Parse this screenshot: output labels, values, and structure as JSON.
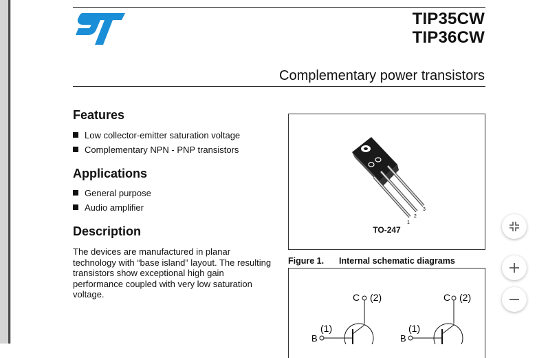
{
  "header": {
    "part1": "TIP35CW",
    "part2": "TIP36CW",
    "subtitle": "Complementary power transistors",
    "logo_icon": "st-logo-icon",
    "logo_color": "#1a8ed6"
  },
  "features": {
    "title": "Features",
    "items": [
      "Low collector-emitter saturation voltage",
      "Complementary NPN - PNP transistors"
    ]
  },
  "applications": {
    "title": "Applications",
    "items": [
      "General purpose",
      "Audio amplifier"
    ]
  },
  "description": {
    "title": "Description",
    "text": "The devices are manufactured in planar technology with “base island” layout. The resulting transistors show exceptional high gain performance coupled with very low saturation voltage."
  },
  "package": {
    "label": "TO-247",
    "pins": [
      "1",
      "2",
      "3"
    ]
  },
  "figure": {
    "number": "Figure 1.",
    "title": "Internal schematic diagrams",
    "labels": {
      "collector": "C",
      "collector_pin": "(2)",
      "base": "B",
      "base_pin": "(1)"
    }
  },
  "viewer_controls": [
    "fit-page-icon",
    "zoom-in-icon",
    "zoom-out-icon"
  ]
}
